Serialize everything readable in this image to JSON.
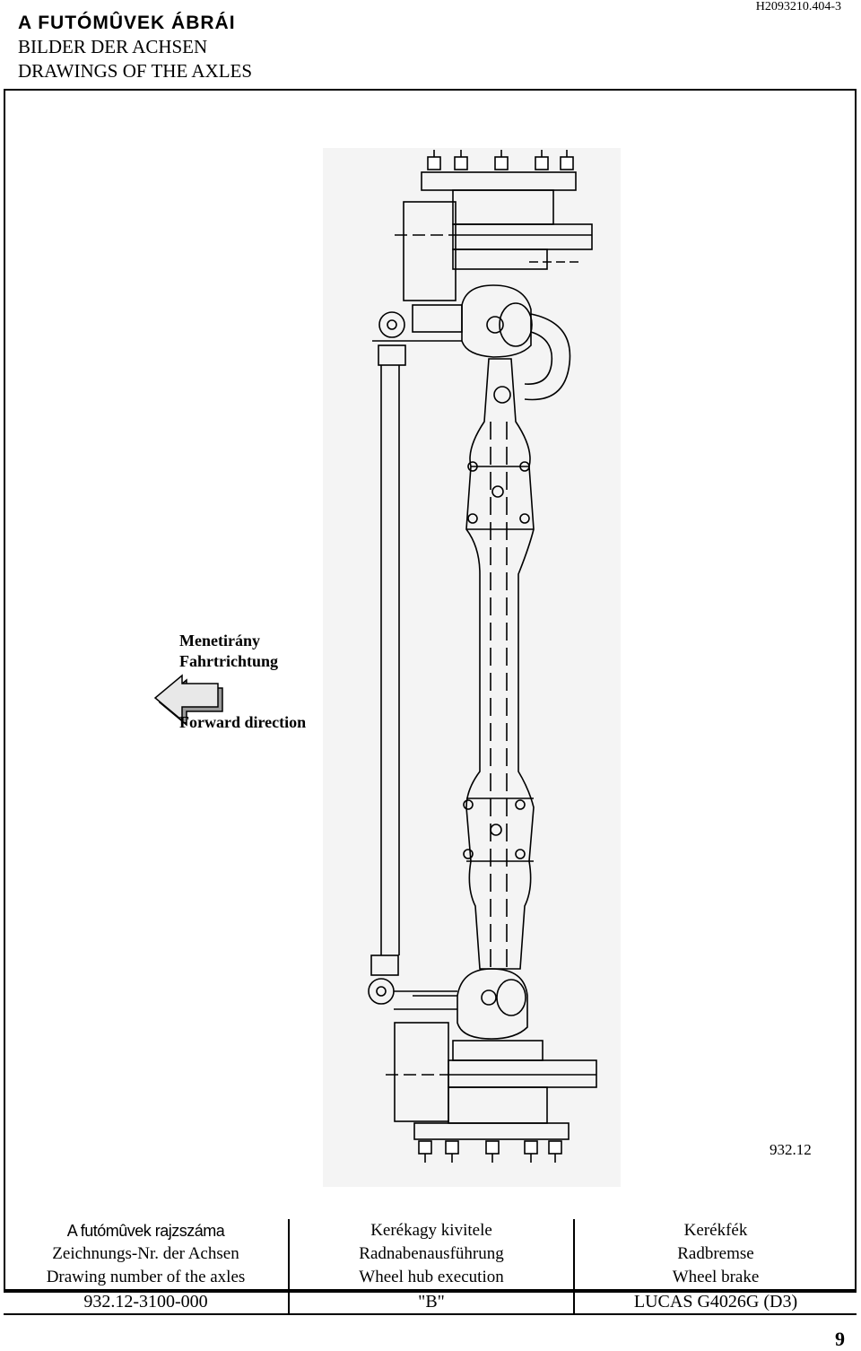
{
  "header": {
    "title_hu": "A FUTÓMÛVEK ÁBRÁI",
    "title_de": "BILDER DER ACHSEN",
    "title_en": "DRAWINGS OF THE AXLES",
    "doc_code": "H2093210.404-3"
  },
  "direction": {
    "hu": "Menetirány",
    "de": "Fahrtrichtung",
    "en": "Forward direction",
    "arrow_icon": "left-arrow-icon"
  },
  "drawing_ref": "932.12",
  "info_table": {
    "headers": [
      {
        "hu": "A futómûvek rajzszáma",
        "de": "Zeichnungs-Nr. der Achsen",
        "en": "Drawing number of the axles"
      },
      {
        "hu": "Kerékagy kivitele",
        "de": "Radnabenausführung",
        "en": "Wheel hub execution"
      },
      {
        "hu": "Kerékfék",
        "de": "Radbremse",
        "en": "Wheel brake"
      }
    ],
    "values": [
      "932.12-3100-000",
      "\"B\"",
      "LUCAS G4026G (D3)"
    ]
  },
  "page_number": "9"
}
